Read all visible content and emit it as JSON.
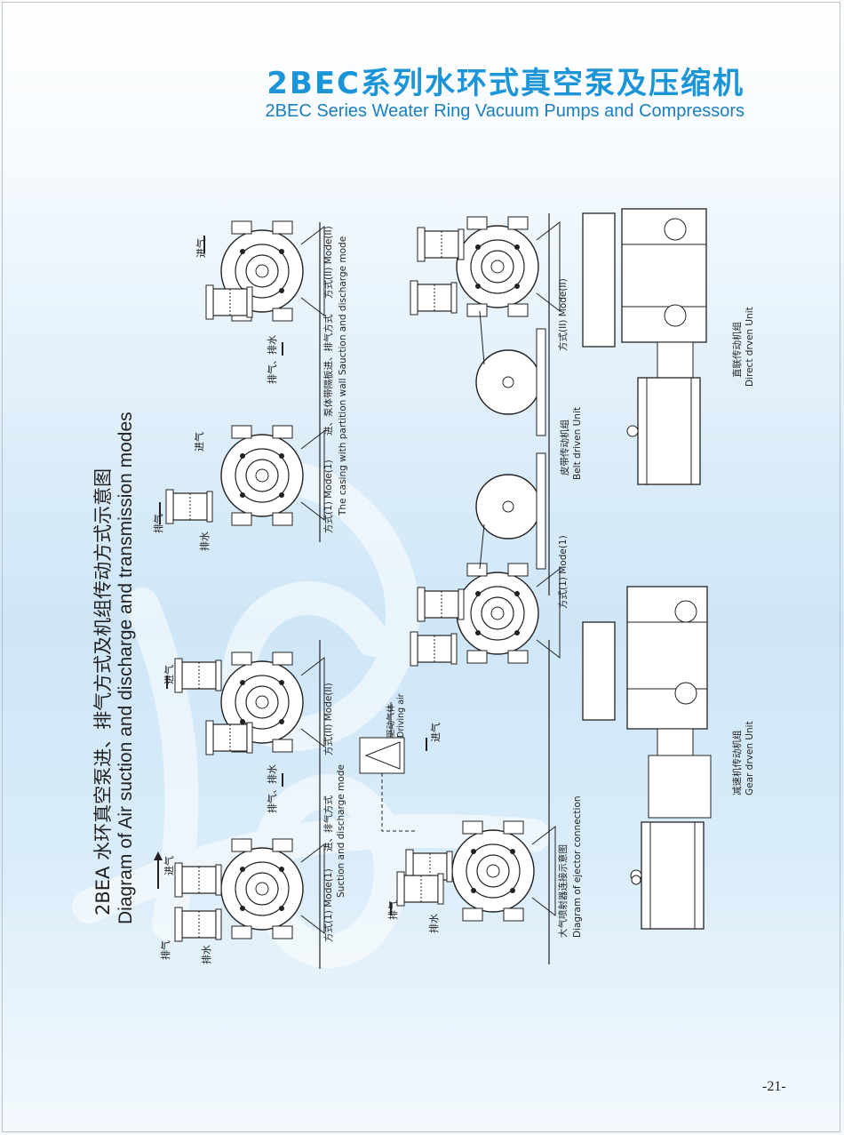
{
  "header": {
    "title_cn": "2BEC系列水环式真空泵及压缩机",
    "title_en": "2BEC Series Weater Ring Vacuum Pumps and Compressors"
  },
  "diagram_title": {
    "cn": "2BEA 水环真空泵进、排气方式及机组传动方式示意图",
    "en": "Diagram of Air suction and discharge and transmission modes"
  },
  "suction_modes": {
    "mode1_label": "方式(1)  Mode(1)",
    "mode2_label": "方式(II)  Mode(II)",
    "caption_cn": "进、排气方式",
    "caption_en": "Suction and discharge mode",
    "inlet": "进气",
    "exhaust": "排气",
    "drain": "排水",
    "exhaust_drain": "排气、排水"
  },
  "partition_modes": {
    "mode1_label": "方式(1)  Mode(1)",
    "mode2_label": "方式(II)  Mode(II)",
    "caption_cn": "进、泵体带隔板进、排气方式",
    "caption_en": "The casing with partition wall Sauction and discharge mode",
    "inlet": "进气",
    "exhaust": "排气",
    "drain": "排水",
    "exhaust_drain": "排气、排水"
  },
  "ejector": {
    "caption_cn": "大气喷射器连接示意图",
    "caption_en": "Diagram of ejector connection",
    "driving_air_cn": "驱动气体",
    "driving_air_en": "Driving air",
    "inlet": "进气",
    "exhaust": "排气",
    "drain": "排水"
  },
  "belt": {
    "mode1_label": "方式(1)  Mode(1)",
    "mode2_label": "方式(II)  Mode(II)",
    "caption_cn": "皮带传动机组",
    "caption_en": "Belt driven Unit"
  },
  "direct": {
    "caption_cn": "直联传动机组",
    "caption_en": "Direct drven Unit"
  },
  "gear": {
    "caption_cn": "减速机传动机组",
    "caption_en": "Gear drven Unit"
  },
  "page_number": "-21-"
}
